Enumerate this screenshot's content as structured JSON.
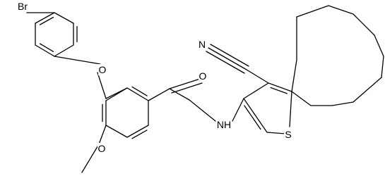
{
  "molecule": {
    "atoms": {
      "br": "Br",
      "o_ether": "O",
      "o_carbonyl": "O",
      "o_methoxy": "O",
      "nh": "NH",
      "s": "S",
      "n_nitrile": "N"
    },
    "colors": {
      "bond": "#000000",
      "label": "#000000",
      "background": "#ffffff"
    }
  }
}
